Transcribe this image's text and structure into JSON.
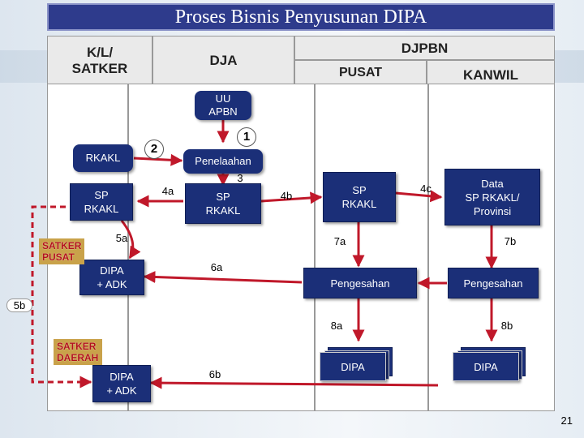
{
  "title": "Proses Bisnis Penyusunan DIPA",
  "columns": {
    "kl_satker": "K/L/\nSATKER",
    "dja": "DJA",
    "djpbn": "DJPBN",
    "pusat": "PUSAT",
    "kanwil": "KANWIL"
  },
  "nodes": {
    "uu_apbn": "UU\nAPBN",
    "rkakl": "RKAKL",
    "penelaahan": "Penelaahan",
    "sp_rkakl_kl": "SP\nRKAKL",
    "sp_rkakl_dja": "SP\nRKAKL",
    "sp_rkakl_pusat": "SP\nRKAKL",
    "data_provinsi": "Data\nSP RKAKL/\nProvinsi",
    "pengesahan_pusat": "Pengesahan",
    "pengesahan_kanwil": "Pengesahan",
    "dipa_adk_pusat": "DIPA\n+ ADK",
    "dipa_adk_daerah": "DIPA\n+ ADK",
    "dipa_pusat": "DIPA",
    "dipa_kanwil": "DIPA",
    "satker_pusat": "SATKER\nPUSAT",
    "satker_daerah": "SATKER\nDAERAH"
  },
  "steps": {
    "s1": "1",
    "s2": "2",
    "s3": "3",
    "s4a": "4a",
    "s4b": "4b",
    "s4c": "4c",
    "s5a": "5a",
    "s5b": "5b",
    "s6a": "6a",
    "s6b": "6b",
    "s7a": "7a",
    "s7b": "7b",
    "s8a": "8a",
    "s8b": "8b"
  },
  "slide_number": "21",
  "colors": {
    "title_bg": "#2e3b8c",
    "box": "#1b2f78",
    "arrow_red": "#c0182a",
    "satker_bg": "#c9a24a"
  }
}
